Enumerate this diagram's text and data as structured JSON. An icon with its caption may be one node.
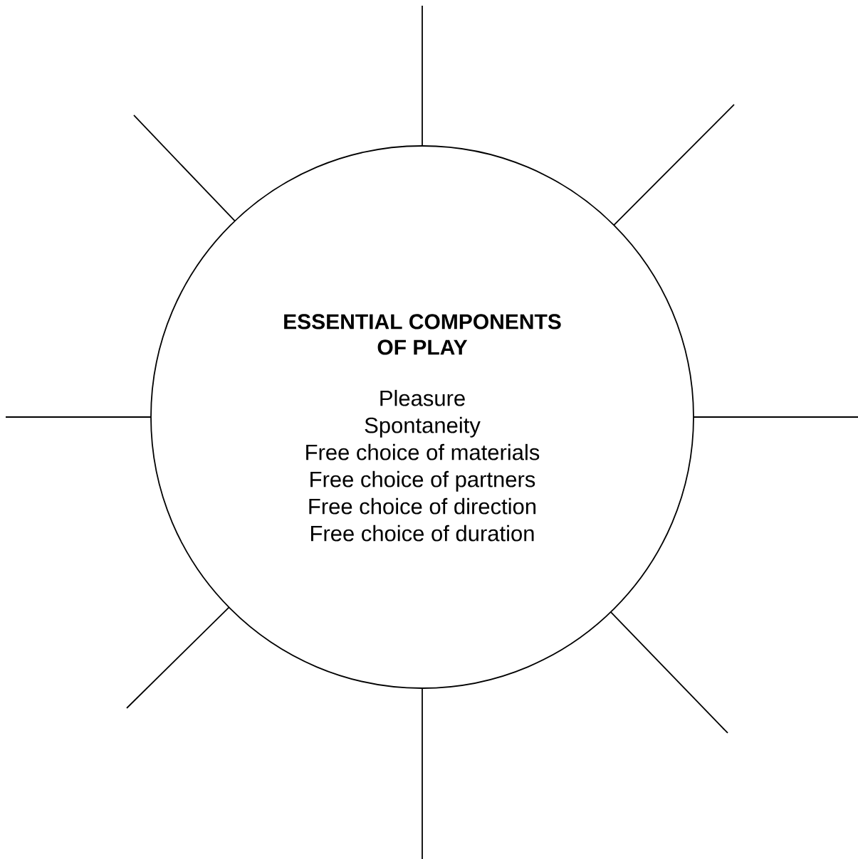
{
  "diagram": {
    "nodes": [
      {
        "text": [
          "ESSENTIAL COMPONENTS OF PLAY",
          "Pleasure",
          "Spontaneity",
          "Free choice of materials",
          "Free choice of partners",
          "Free choice of direction",
          "Free choice of duration"
        ]
      }
    ]
  }
}
